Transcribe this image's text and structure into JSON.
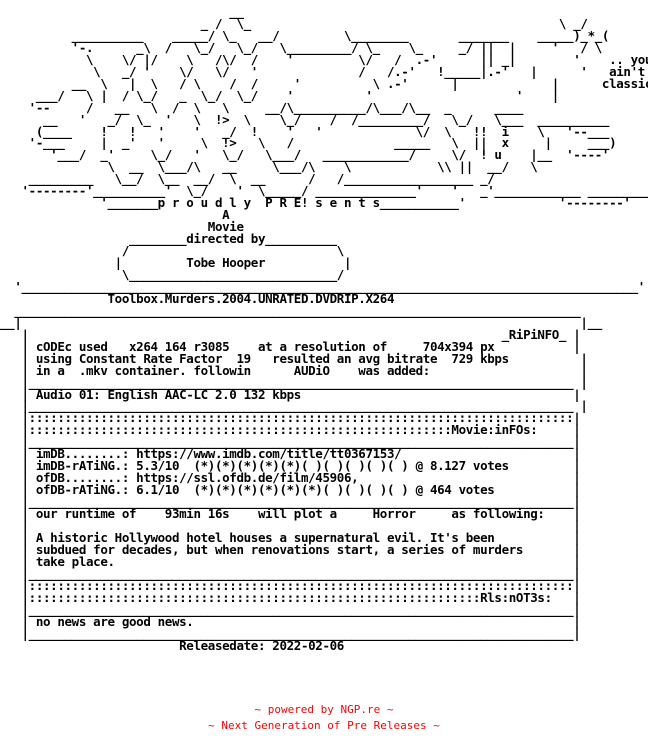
{
  "nfo_text": "                                __\n                            _ /  \\_                                           \\ _/\n          __________    _____/ \\_   __/         \\________       _______    _____)_*_(\n          '-.      _\\  /   \\_/   \\_/   \\_________/ \\_    \\_     _/ ||  |     '   / \\\n            \\    \\/ |/    \\   /\\/  /    '         \\/   /  .-'      || _|        '    .. you\n             \\   _/ '    \\/   \\/   '              /   /.-'   !_____|.-'   |      '   ain't\n          __  \\   |  \\   / \\    /  /     '          \\ .-'      |             |      classic!\n     ___/   \\ |  / \\_/   _  \\_/  \\_/    '          '                    '    |\n    '--     /   __   \\  /  \\   \\     __/\\__________/\\___/\\__  _      ____\n      __   '   _/  \\_  '   \\  !>  \\    \\_/    /  /_________/   \\_/   \\___  __________\n     (____    !   !   '    '   _/  !    '   '             \\/  \\   !!  i    \\   '--___\n    '-___     |  _'   '     \\  !>   \\   /              _____   \\  ||  x     |     ___)\n       '___/  _'     \\_/   '   \\_/   \\___/   ____________/     \\/  ! u    |__  '----'\n               \\  __  \\___/\\   __     \\___/\\    \\            \\\\ ||  __/   \\\n    _________   \\__/  \\__  __/  \\  __      /   /__________________ _/\n   '--------'__________'  \\_/    '  \\_____/ ______________'    '   _'____________ _________\n              '_______p r o u d l y  P R E! s e n t s___________'             '--------'\n                               A\n                             Movie\n                  ________directed by__________\n                 /                             \\\n                |         Tobe Hooper           |\n                 \\_____________________________/\n  '______________________________________________________________________________________'\n               Toolbox.Murders.2004.UNRATED.DVDRIP.X264\n  _______________________________________________________________________________\n__|                                                                              |__\n   |                                                                  _RiPiNFO_ |\n   | cODEc used   x264 164 r3085    at a resolution of     704x394 px           |\n   | using Constant Rate Factor  19   resulted an avg bitrate  729 kbps          |\n   | in a  .mkv container. followin      AUDiO    was added:                     |\n   |____________________________________________________________________________ |\n   | Audio 01: English AAC-LC 2.0 132 kbps                                      |\n   |____________________________________________________________________________ |\n   |::::::::::::::::::::::::::::::::::::::::::::::::::::::::::::::::::::::::::::|\n   |:::::::::::::::::::::::::::::::::::::::::::::::::::::::::::Movie:inFOs:     |\n   |____________________________________________________________________________|\n   | imDB........: https://www.imdb.com/title/tt0367153/                        |\n   | imDB-rATiNG.: 5.3/10  (*)(*)(*)(*)(*)( )( )( )( )( ) @ 8.127 votes         |\n   | ofDB........: https://ssl.ofdb.de/film/45906,                              |\n   | ofDB-rATiNG.: 6.1/10  (*)(*)(*)(*)(*)(*)( )( )( )( ) @ 464 votes           |\n   |____________________________________________________________________________|\n   | our runtime of    93min 16s    will plot a     Horror     as following:    |\n   |                                                                            |\n   | A historic Hollywood hotel houses a supernatural evil. It's been           |\n   | subdued for decades, but when renovations start, a series of murders       |\n   | take place.                                                                |\n   |____________________________________________________________________________|\n   |::::::::::::::::::::::::::::::::::::::::::::::::::::::::::::::::::::::::::::|\n   |:::::::::::::::::::::::::::::::::::::::::::::::::::::::::::::::Rls:nOT3s:   |\n   |____________________________________________________________________________|\n   | no news are good news.                                                     |\n   |____________________________________________________________________________|\n                         Releasedate: 2022-02-06",
  "footer": {
    "powered": "~ powered by NGP.re ~",
    "tagline": "~ Next Generation of Pre Releases ~",
    "color": "#ff0000"
  }
}
